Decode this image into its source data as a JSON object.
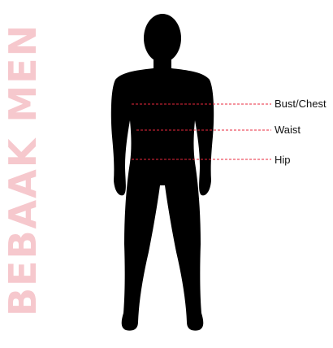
{
  "brand": {
    "text": "BEBAAK MEN",
    "color": "#f6c8cd"
  },
  "figure": {
    "silhouette_color": "#000000",
    "line_color": "#e8283c"
  },
  "measurements": [
    {
      "label": "Bust/Chest"
    },
    {
      "label": "Waist"
    },
    {
      "label": "Hip"
    }
  ]
}
